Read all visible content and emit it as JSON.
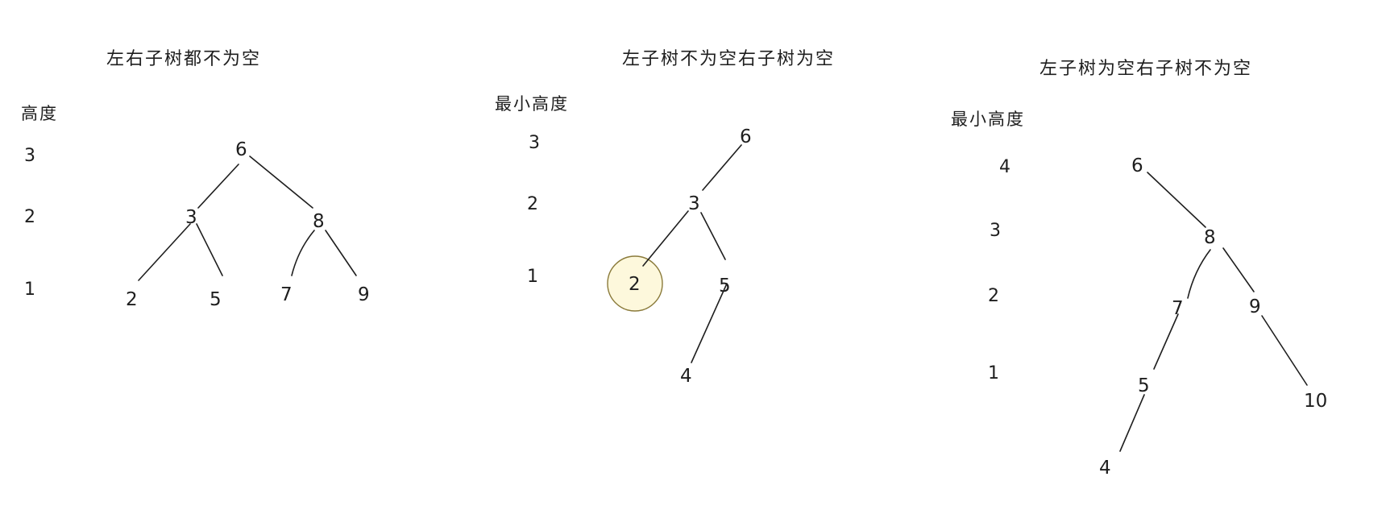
{
  "panels": [
    {
      "title": "左右子树都不为空",
      "axis_label": "高度",
      "levels": [
        "3",
        "2",
        "1"
      ],
      "nodes": [
        "6",
        "3",
        "8",
        "2",
        "5",
        "7",
        "9"
      ]
    },
    {
      "title": "左子树不为空右子树为空",
      "axis_label": "最小高度",
      "levels": [
        "3",
        "2",
        "1"
      ],
      "nodes": [
        "6",
        "3",
        "2",
        "5",
        "4"
      ],
      "highlighted_node": "2"
    },
    {
      "title": "左子树为空右子树不为空",
      "axis_label": "最小高度",
      "levels": [
        "4",
        "3",
        "2",
        "1"
      ],
      "nodes": [
        "6",
        "8",
        "7",
        "9",
        "5",
        "10",
        "4"
      ]
    }
  ],
  "colors": {
    "ink": "#1e1e1e",
    "highlight_fill": "#fdf8dc",
    "highlight_stroke": "#8a7a3a"
  }
}
